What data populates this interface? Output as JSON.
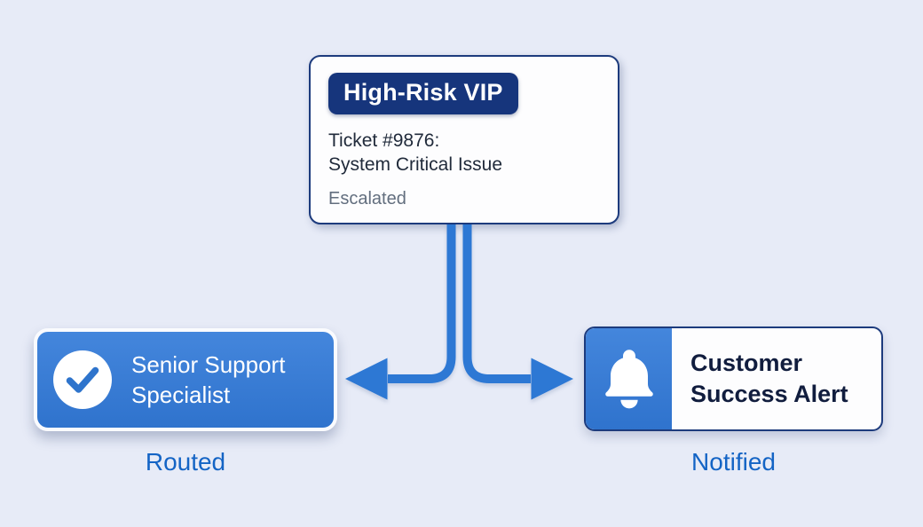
{
  "title": "VIP escalation routing diagram",
  "colors": {
    "page_bg": "#e7ebf7",
    "card_bg": "#fdfdfe",
    "navy": "#1d3b7d",
    "badge_navy": "#16357c",
    "blue": "#3478d1",
    "arrow_blue": "#2d78d4",
    "label_blue": "#1464c5",
    "dark_text": "#212b3b",
    "muted_text": "#626e7e",
    "alert_text": "#111d3e"
  },
  "escalation_card": {
    "badge_label": "High-Risk VIP",
    "ticket_line1": "Ticket #9876:",
    "ticket_line2": "System Critical Issue",
    "status": "Escalated"
  },
  "routed_card": {
    "icon": "check-circle-icon",
    "title": "Senior Support Specialist",
    "caption": "Routed"
  },
  "notified_card": {
    "icon": "bell-icon",
    "title": "Customer Success Alert",
    "caption": "Notified"
  }
}
